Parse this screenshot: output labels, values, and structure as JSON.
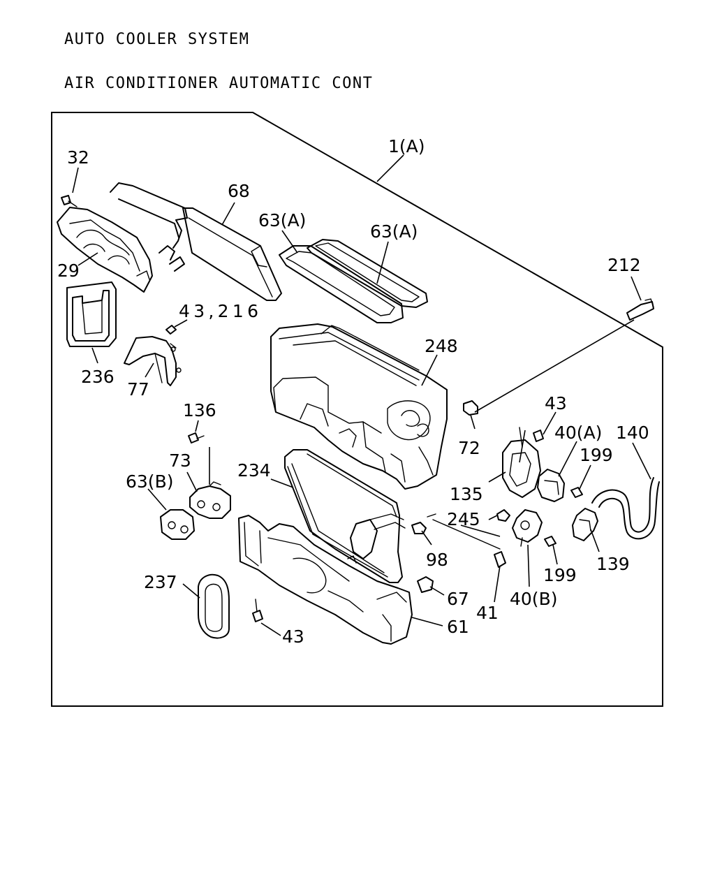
{
  "header": {
    "line1": "AUTO COOLER SYSTEM",
    "line2": "AIR CONDITIONER AUTOMATIC CONT"
  },
  "callouts": {
    "c1A": "1(A)",
    "c32": "32",
    "c68": "68",
    "c63A_1": "63(A)",
    "c63A_2": "63(A)",
    "c29": "29",
    "c212": "212",
    "c43_216": "43,216",
    "c248": "248",
    "c236": "236",
    "c77": "77",
    "c43_a": "43",
    "c136": "136",
    "c72": "72",
    "c40A": "40(A)",
    "c140": "140",
    "c73": "73",
    "c234": "234",
    "c199_a": "199",
    "c63B": "63(B)",
    "c135": "135",
    "c245": "245",
    "c98": "98",
    "c139": "139",
    "c199_b": "199",
    "c237": "237",
    "c67": "67",
    "c40B": "40(B)",
    "c41": "41",
    "c61": "61",
    "c43_b": "43"
  }
}
